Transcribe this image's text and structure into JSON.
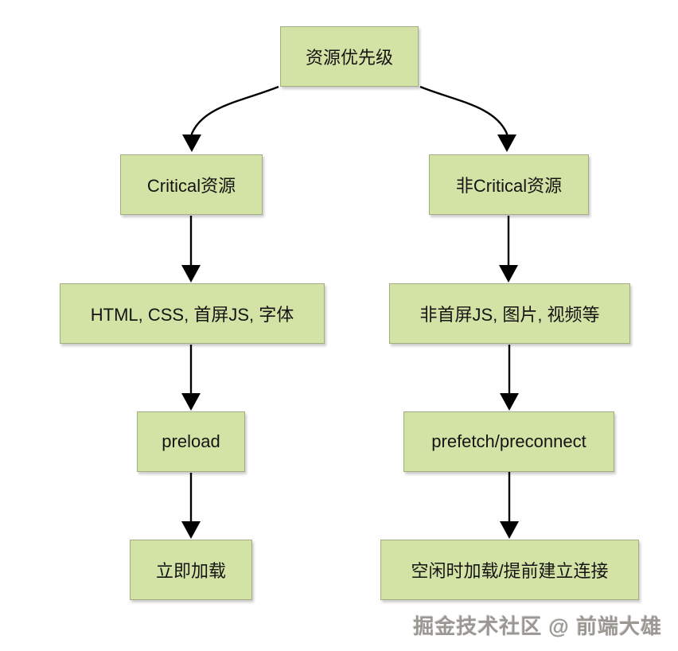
{
  "diagram": {
    "type": "flowchart",
    "topic": "资源优先级",
    "nodes": {
      "root": {
        "label": "资源优先级"
      },
      "critical": {
        "label": "Critical资源"
      },
      "noncritical": {
        "label": "非Critical资源"
      },
      "critical_res": {
        "label": "HTML, CSS, 首屏JS, 字体"
      },
      "noncritical_res": {
        "label": "非首屏JS, 图片, 视频等"
      },
      "preload": {
        "label": "preload"
      },
      "prefetch": {
        "label": "prefetch/preconnect"
      },
      "immediate": {
        "label": "立即加载"
      },
      "idle": {
        "label": "空闲时加载/提前建立连接"
      }
    },
    "edges": [
      {
        "from": "root",
        "to": "critical"
      },
      {
        "from": "root",
        "to": "noncritical"
      },
      {
        "from": "critical",
        "to": "critical_res"
      },
      {
        "from": "noncritical",
        "to": "noncritical_res"
      },
      {
        "from": "critical_res",
        "to": "preload"
      },
      {
        "from": "noncritical_res",
        "to": "prefetch"
      },
      {
        "from": "preload",
        "to": "immediate"
      },
      {
        "from": "prefetch",
        "to": "idle"
      }
    ],
    "colors": {
      "node_fill": "#d3e3a5",
      "node_border": "#a3ad82",
      "arrow": "#000000",
      "background": "#ffffff",
      "text": "#141414",
      "watermark_text": "#9b9893"
    }
  },
  "watermark": {
    "text": "掘金技术社区 @ 前端大雄"
  }
}
